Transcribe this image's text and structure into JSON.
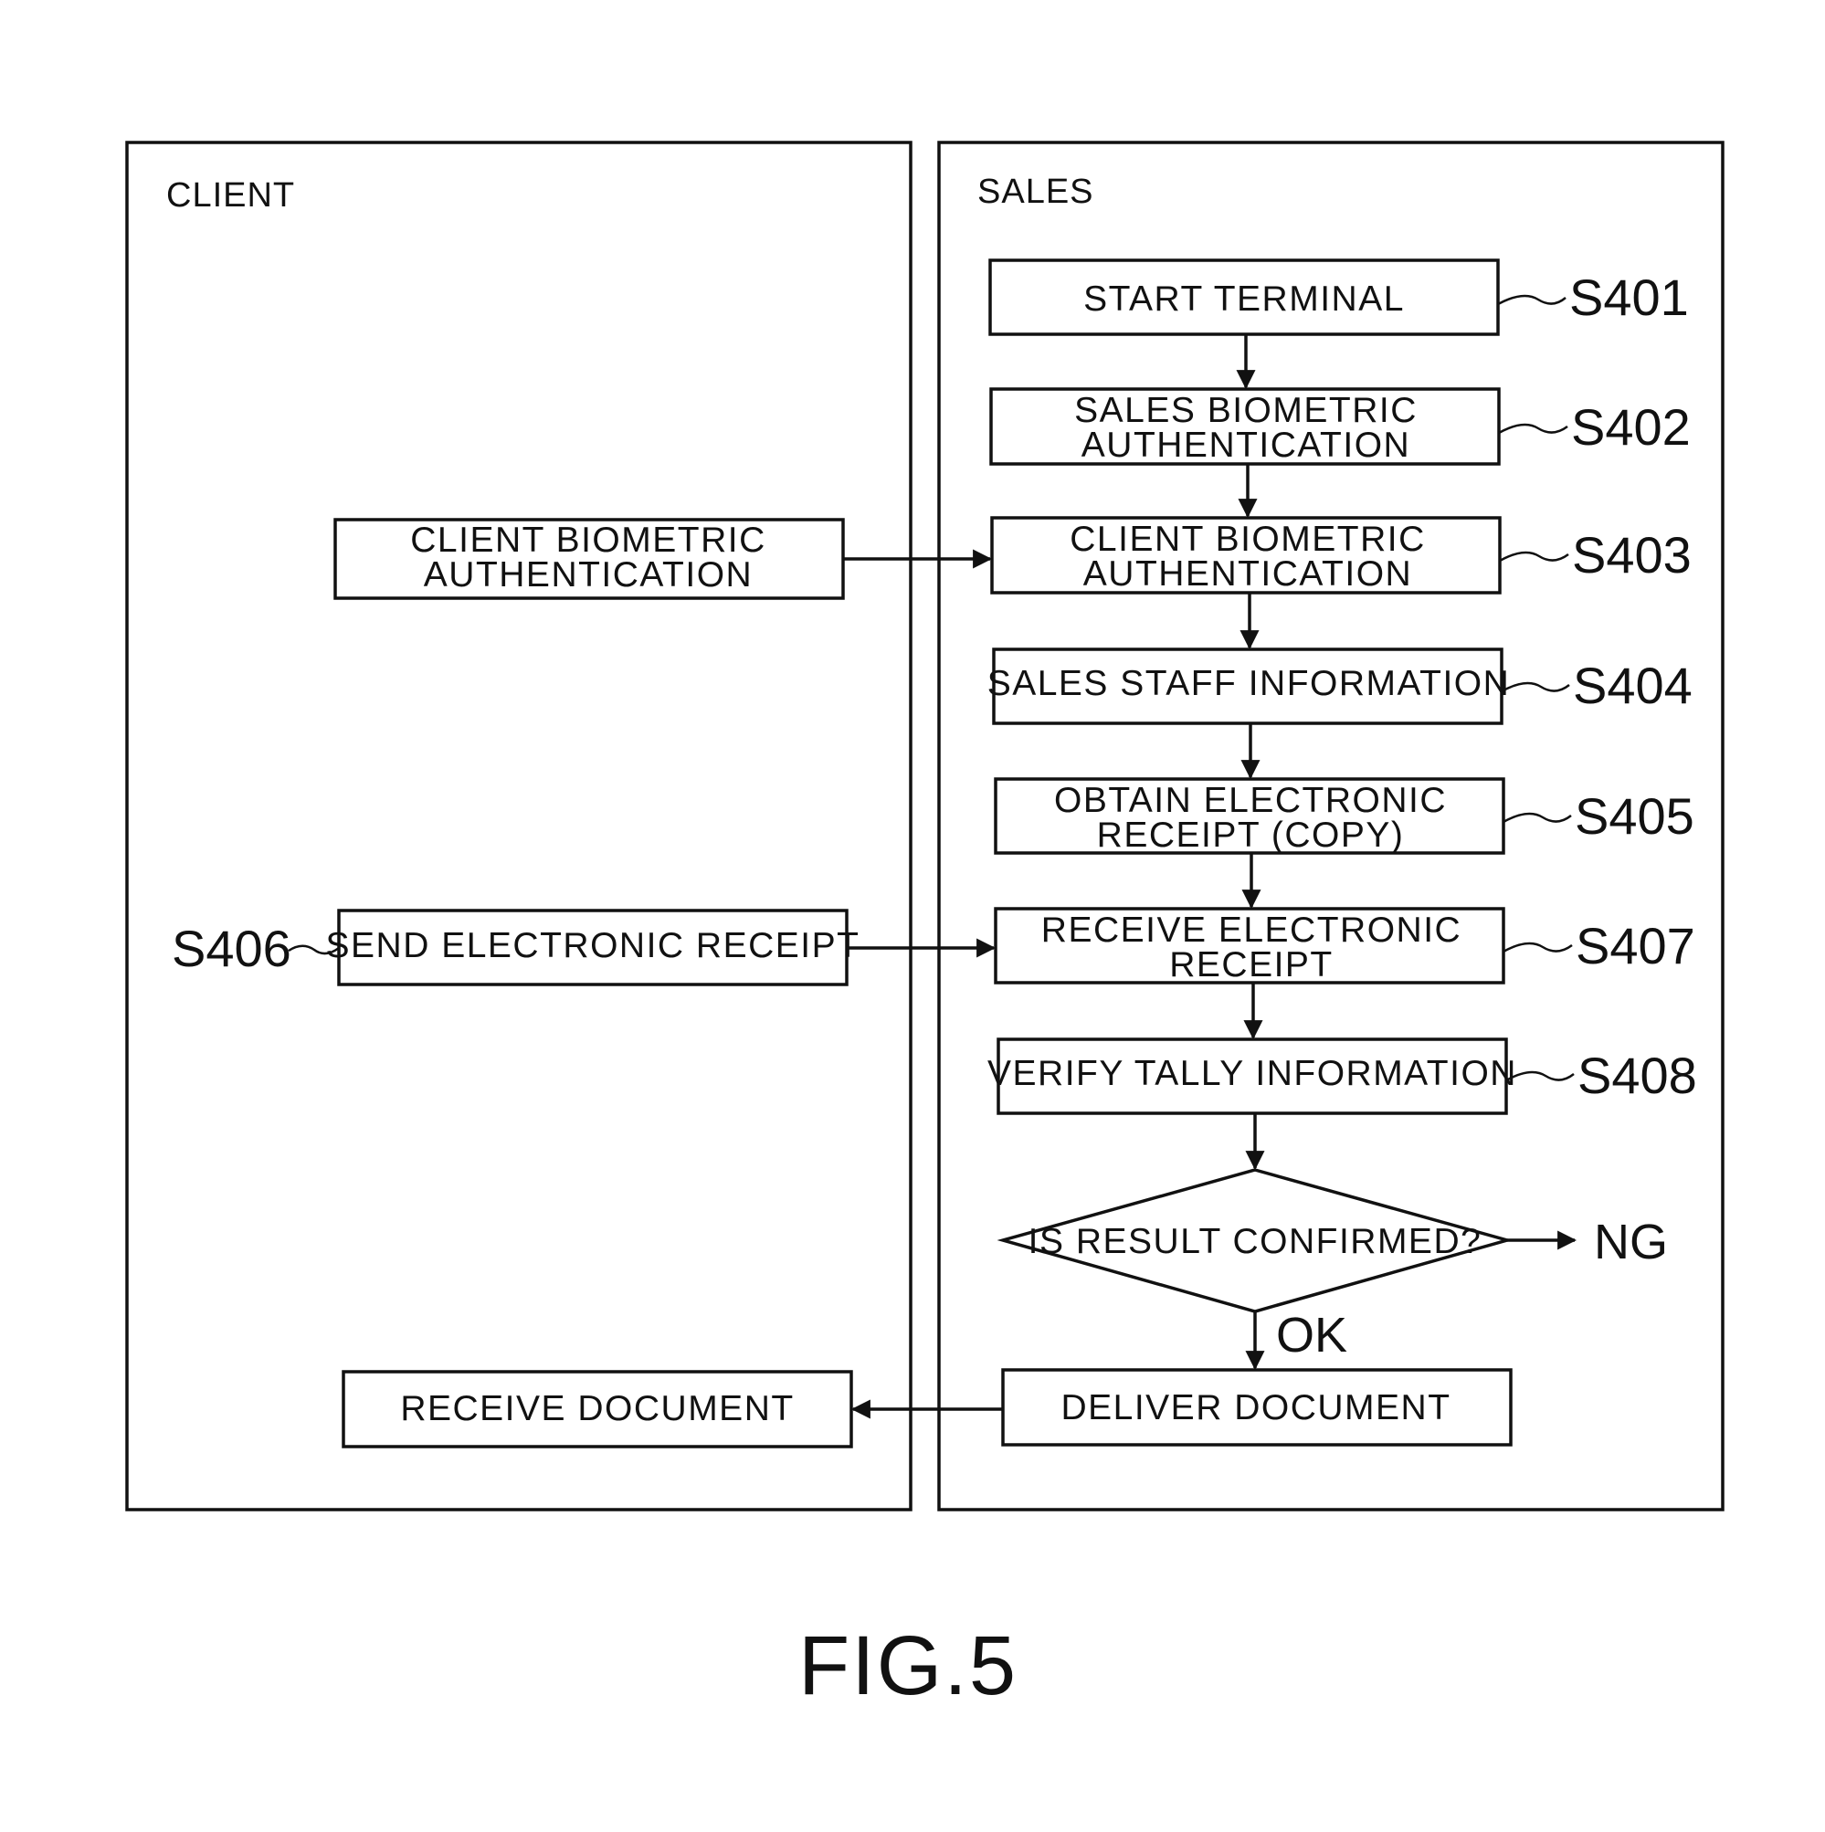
{
  "lanes": {
    "client": {
      "title": "CLIENT"
    },
    "sales": {
      "title": "SALES"
    }
  },
  "client_steps": {
    "biometric": {
      "line1": "CLIENT BIOMETRIC",
      "line2": "AUTHENTICATION"
    },
    "send_receipt": {
      "text": "SEND ELECTRONIC RECEIPT",
      "label": "S406"
    },
    "receive_document": {
      "text": "RECEIVE DOCUMENT"
    }
  },
  "sales_steps": {
    "s401": {
      "text": "START TERMINAL",
      "label": "S401"
    },
    "s402": {
      "line1": "SALES BIOMETRIC",
      "line2": "AUTHENTICATION",
      "label": "S402"
    },
    "s403": {
      "line1": "CLIENT BIOMETRIC",
      "line2": "AUTHENTICATION",
      "label": "S403"
    },
    "s404": {
      "text": "SALES STAFF INFORMATION",
      "label": "S404"
    },
    "s405": {
      "line1": "OBTAIN ELECTRONIC",
      "line2": "RECEIPT (COPY)",
      "label": "S405"
    },
    "s407": {
      "line1": "RECEIVE ELECTRONIC",
      "line2": "RECEIPT",
      "label": "S407"
    },
    "s408": {
      "text": "VERIFY TALLY INFORMATION",
      "label": "S408"
    },
    "decision": {
      "text": "IS RESULT CONFIRMED?",
      "ng_label": "NG",
      "ok_label": "OK"
    },
    "deliver": {
      "text": "DELIVER DOCUMENT"
    }
  },
  "caption": "FIG.5"
}
